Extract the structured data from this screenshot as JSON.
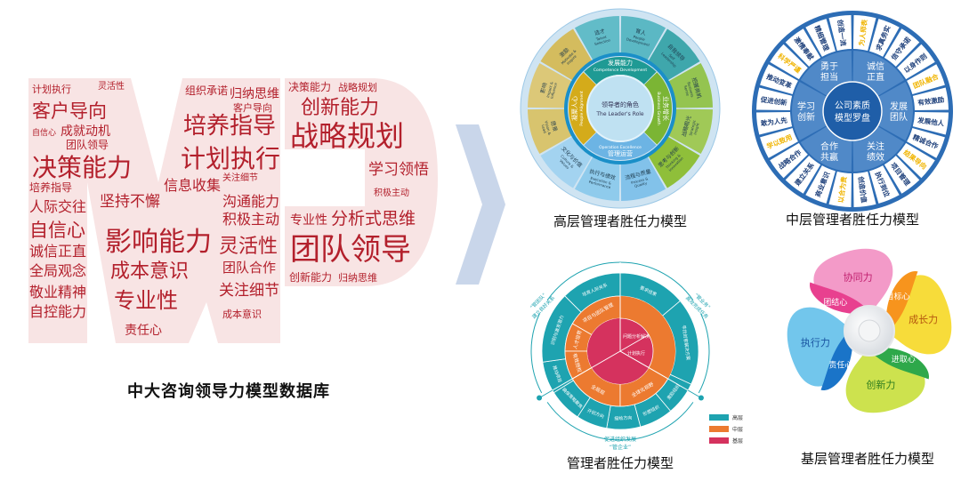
{
  "wordcloud": {
    "title": "中大咨询领导力模型数据库",
    "letters": "MP",
    "word_color": "#b3202c",
    "bg_color": "#f8e4e4",
    "words": [
      "计划执行",
      "灵活性",
      "客户导向",
      "成就动机",
      "自信心",
      "决策能力",
      "团队领导",
      "培养指导",
      "人际交往",
      "自信心",
      "诚信正直",
      "全局观念",
      "敬业精神",
      "自控能力",
      "坚持不懈",
      "影响能力",
      "成本意识",
      "专业性",
      "责任心",
      "信息收集",
      "培养指导",
      "计划执行",
      "组织承诺",
      "归纳思维",
      "沟通能力",
      "积极主动",
      "灵活性",
      "团队合作",
      "关注细节",
      "成本意识",
      "决策能力",
      "创新能力",
      "战略规划",
      "战略规划",
      "学习领悟",
      "积极主动",
      "专业性",
      "团队领导",
      "分析式思维",
      "创新能力",
      "归纳思维",
      "客户导向",
      "关注细节"
    ]
  },
  "arrow": {
    "icon": "chevron-right-icon",
    "color": "#c9d6ea"
  },
  "senior_model": {
    "caption": "高层管理者胜任力模型",
    "center": [
      "领导者的角色",
      "The Leader's Role"
    ],
    "middle": [
      {
        "cn": "发展能力",
        "en": "Competence Development",
        "color": "#1f9a94"
      },
      {
        "cn": "业务增长",
        "en": "Business Growth",
        "color": "#7bb534"
      },
      {
        "cn": "管理运营",
        "en": "Operation Excellence",
        "color": "#6cb4e4"
      },
      {
        "cn": "凝聚人心",
        "en": "People Alignment",
        "color": "#d4ab1a"
      }
    ],
    "outer": [
      {
        "cn": "育人",
        "en": "People Development",
        "color": "#5bb8c4"
      },
      {
        "cn": "自我领导",
        "en": "Self Leadership",
        "color": "#3fa7ac"
      },
      {
        "cn": "把握商机",
        "en": "Business Sense",
        "color": "#94c450"
      },
      {
        "cn": "战略眼光",
        "en": "Strategic Insight",
        "color": "#a0c957"
      },
      {
        "cn": "思考与创新",
        "en": "Thinking & Innovation",
        "color": "#8fbf3a"
      },
      {
        "cn": "流程与质量",
        "en": "Process & Quality",
        "color": "#82c2ea"
      },
      {
        "cn": "执行与绩效",
        "en": "Execution & Performance",
        "color": "#8fcbec"
      },
      {
        "cn": "文化与价值",
        "en": "Culture & Values",
        "color": "#a3d3f0"
      },
      {
        "cn": "愿景",
        "en": "Vision & Lead",
        "color": "#d8c46e"
      },
      {
        "cn": "影响",
        "en": "Impact & Influence",
        "color": "#dcc878"
      },
      {
        "cn": "激励",
        "en": "Motivate & Inspire",
        "color": "#d4bc5e"
      },
      {
        "cn": "选才",
        "en": "Talent Selection",
        "color": "#62bcc8"
      }
    ]
  },
  "middle_model": {
    "caption": "中层管理者胜任力模型",
    "center": [
      "公司素质",
      "模型罗盘"
    ],
    "inner": [
      [
        "诚信",
        "正直"
      ],
      [
        "发展",
        "团队"
      ],
      [
        "关注",
        "绩效"
      ],
      [
        "合作",
        "共赢"
      ],
      [
        "学习",
        "创新"
      ],
      [
        "勇于",
        "担当"
      ]
    ],
    "outer": [
      {
        "label": "为人师表",
        "highlight": true
      },
      {
        "label": "求真务实",
        "highlight": false
      },
      {
        "label": "信守承诺",
        "highlight": false
      },
      {
        "label": "以身作则",
        "highlight": false
      },
      {
        "label": "团队融合",
        "highlight": true
      },
      {
        "label": "有效激励",
        "highlight": false
      },
      {
        "label": "发展他人",
        "highlight": false
      },
      {
        "label": "精诚合作",
        "highlight": false
      },
      {
        "label": "结果导向",
        "highlight": true
      },
      {
        "label": "项目管理",
        "highlight": false
      },
      {
        "label": "执行到位",
        "highlight": false
      },
      {
        "label": "创造价值",
        "highlight": false
      },
      {
        "label": "以合为贵",
        "highlight": true
      },
      {
        "label": "商业意识",
        "highlight": false
      },
      {
        "label": "建立关系",
        "highlight": false
      },
      {
        "label": "战略合作",
        "highlight": false
      },
      {
        "label": "学以致用",
        "highlight": true
      },
      {
        "label": "敢为人先",
        "highlight": false
      },
      {
        "label": "促进创新",
        "highlight": false
      },
      {
        "label": "推动变革",
        "highlight": false
      },
      {
        "label": "科学严谨",
        "highlight": true
      },
      {
        "label": "激情奉献",
        "highlight": false
      },
      {
        "label": "精细管理",
        "highlight": false
      },
      {
        "label": "创造一流",
        "highlight": false
      }
    ],
    "colors": {
      "ring": "#2d6db5",
      "inner": "#5089c8",
      "center": "#1f5ea8",
      "text": "#1d3f7a",
      "highlight": "#f0b400"
    }
  },
  "manager_model": {
    "caption": "管理者胜任力模型",
    "outer_labels": {
      "left": [
        "“管团队”",
        "建立良好关系"
      ],
      "right": [
        "“管业务”",
        "高效完成任务"
      ],
      "bottom": [
        "促进组织发展",
        "“管企业”"
      ]
    },
    "teal": [
      "要求结果",
      "寻找创意解决方案",
      "激励组织",
      "形塑组织",
      "描绘方向",
      "开创方向",
      "确保策略聚焦",
      "推动项目",
      "识别与激发潜力",
      "培育人际关系"
    ],
    "orange": [
      "项目与团队管理",
      "人才培育",
      "有效授权",
      "全局观",
      "全球化视野"
    ],
    "red": [
      "问题分析解决",
      "计划执行"
    ],
    "legend": [
      {
        "label": "高层",
        "color": "#1ea3b0"
      },
      {
        "label": "中层",
        "color": "#ec7a30"
      },
      {
        "label": "基层",
        "color": "#d5325e"
      }
    ]
  },
  "junior_model": {
    "caption": "基层管理者胜任力模型",
    "petals": [
      {
        "outer": "协同力",
        "inner": "团结心",
        "color": "#f39ac8",
        "dark": "#e8408f",
        "text": "#c01f6e"
      },
      {
        "outer": "成长力",
        "inner": "目标心",
        "color": "#f7dc3a",
        "dark": "#f7941d",
        "text": "#b5560f"
      },
      {
        "outer": "创新力",
        "inner": "进取心",
        "color": "#cde24e",
        "dark": "#2ea84a",
        "text": "#2f7d1e"
      },
      {
        "outer": "执行力",
        "inner": "责任心",
        "color": "#72c6ec",
        "dark": "#1a74c8",
        "text": "#1752a0"
      }
    ]
  }
}
